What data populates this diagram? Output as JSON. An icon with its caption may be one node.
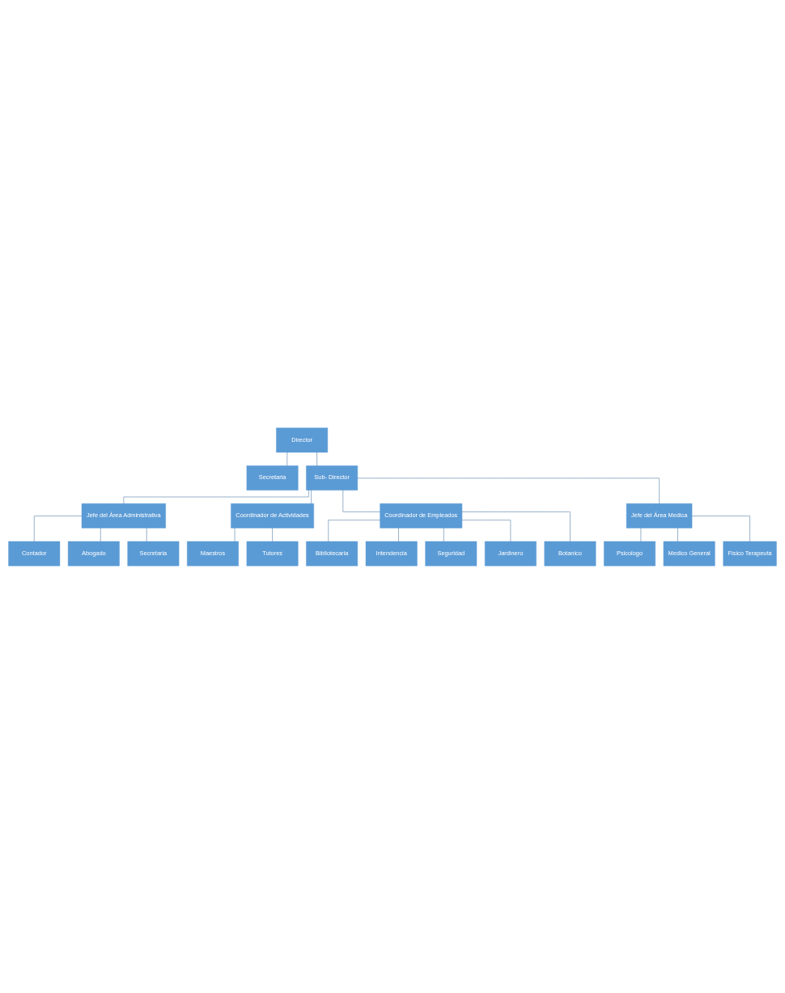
{
  "diagram": {
    "nodes": [
      {
        "text": [
          "Director"
        ]
      },
      {
        "text": [
          "Secretaria"
        ]
      },
      {
        "text": [
          "Sub- Director"
        ]
      },
      {
        "text": [
          "Jefe del Área Administrativa"
        ]
      },
      {
        "text": [
          "Coordinador de Actividades"
        ]
      },
      {
        "text": [
          "Coordinador de Empleados"
        ]
      },
      {
        "text": [
          "Jefe del Área Medica"
        ]
      },
      {
        "text": [
          "Contador"
        ]
      },
      {
        "text": [
          "Abogado"
        ]
      },
      {
        "text": [
          "Secretaria"
        ]
      },
      {
        "text": [
          "Maestros"
        ]
      },
      {
        "text": [
          "Tutores"
        ]
      },
      {
        "text": [
          "Bibliotecaria"
        ]
      },
      {
        "text": [
          "Intendencia"
        ]
      },
      {
        "text": [
          "Seguridad"
        ]
      },
      {
        "text": [
          "Jardinero"
        ]
      },
      {
        "text": [
          "Botanico"
        ]
      },
      {
        "text": [
          "Psicologo"
        ]
      },
      {
        "text": [
          "Medico General"
        ]
      },
      {
        "text": [
          "Fisico Terapeuta"
        ]
      }
    ],
    "edges": [
      {
        "from": 0,
        "to": 1,
        "arrow": "none"
      },
      {
        "from": 0,
        "to": 2,
        "arrow": "none"
      },
      {
        "from": 2,
        "to": 3,
        "arrow": "none"
      },
      {
        "from": 2,
        "to": 4,
        "arrow": "none"
      },
      {
        "from": 2,
        "to": 5,
        "arrow": "none"
      },
      {
        "from": 2,
        "to": 6,
        "arrow": "none"
      },
      {
        "from": 3,
        "to": 7,
        "arrow": "none"
      },
      {
        "from": 3,
        "to": 8,
        "arrow": "none"
      },
      {
        "from": 3,
        "to": 9,
        "arrow": "none"
      },
      {
        "from": 4,
        "to": 10,
        "arrow": "none"
      },
      {
        "from": 4,
        "to": 11,
        "arrow": "none"
      },
      {
        "from": 5,
        "to": 12,
        "arrow": "none"
      },
      {
        "from": 5,
        "to": 13,
        "arrow": "none"
      },
      {
        "from": 5,
        "to": 14,
        "arrow": "none"
      },
      {
        "from": 5,
        "to": 15,
        "arrow": "none"
      },
      {
        "from": 5,
        "to": 16,
        "arrow": "none"
      },
      {
        "from": 6,
        "to": 17,
        "arrow": "none"
      },
      {
        "from": 6,
        "to": 18,
        "arrow": "none"
      },
      {
        "from": 6,
        "to": 19,
        "arrow": "none"
      }
    ]
  }
}
